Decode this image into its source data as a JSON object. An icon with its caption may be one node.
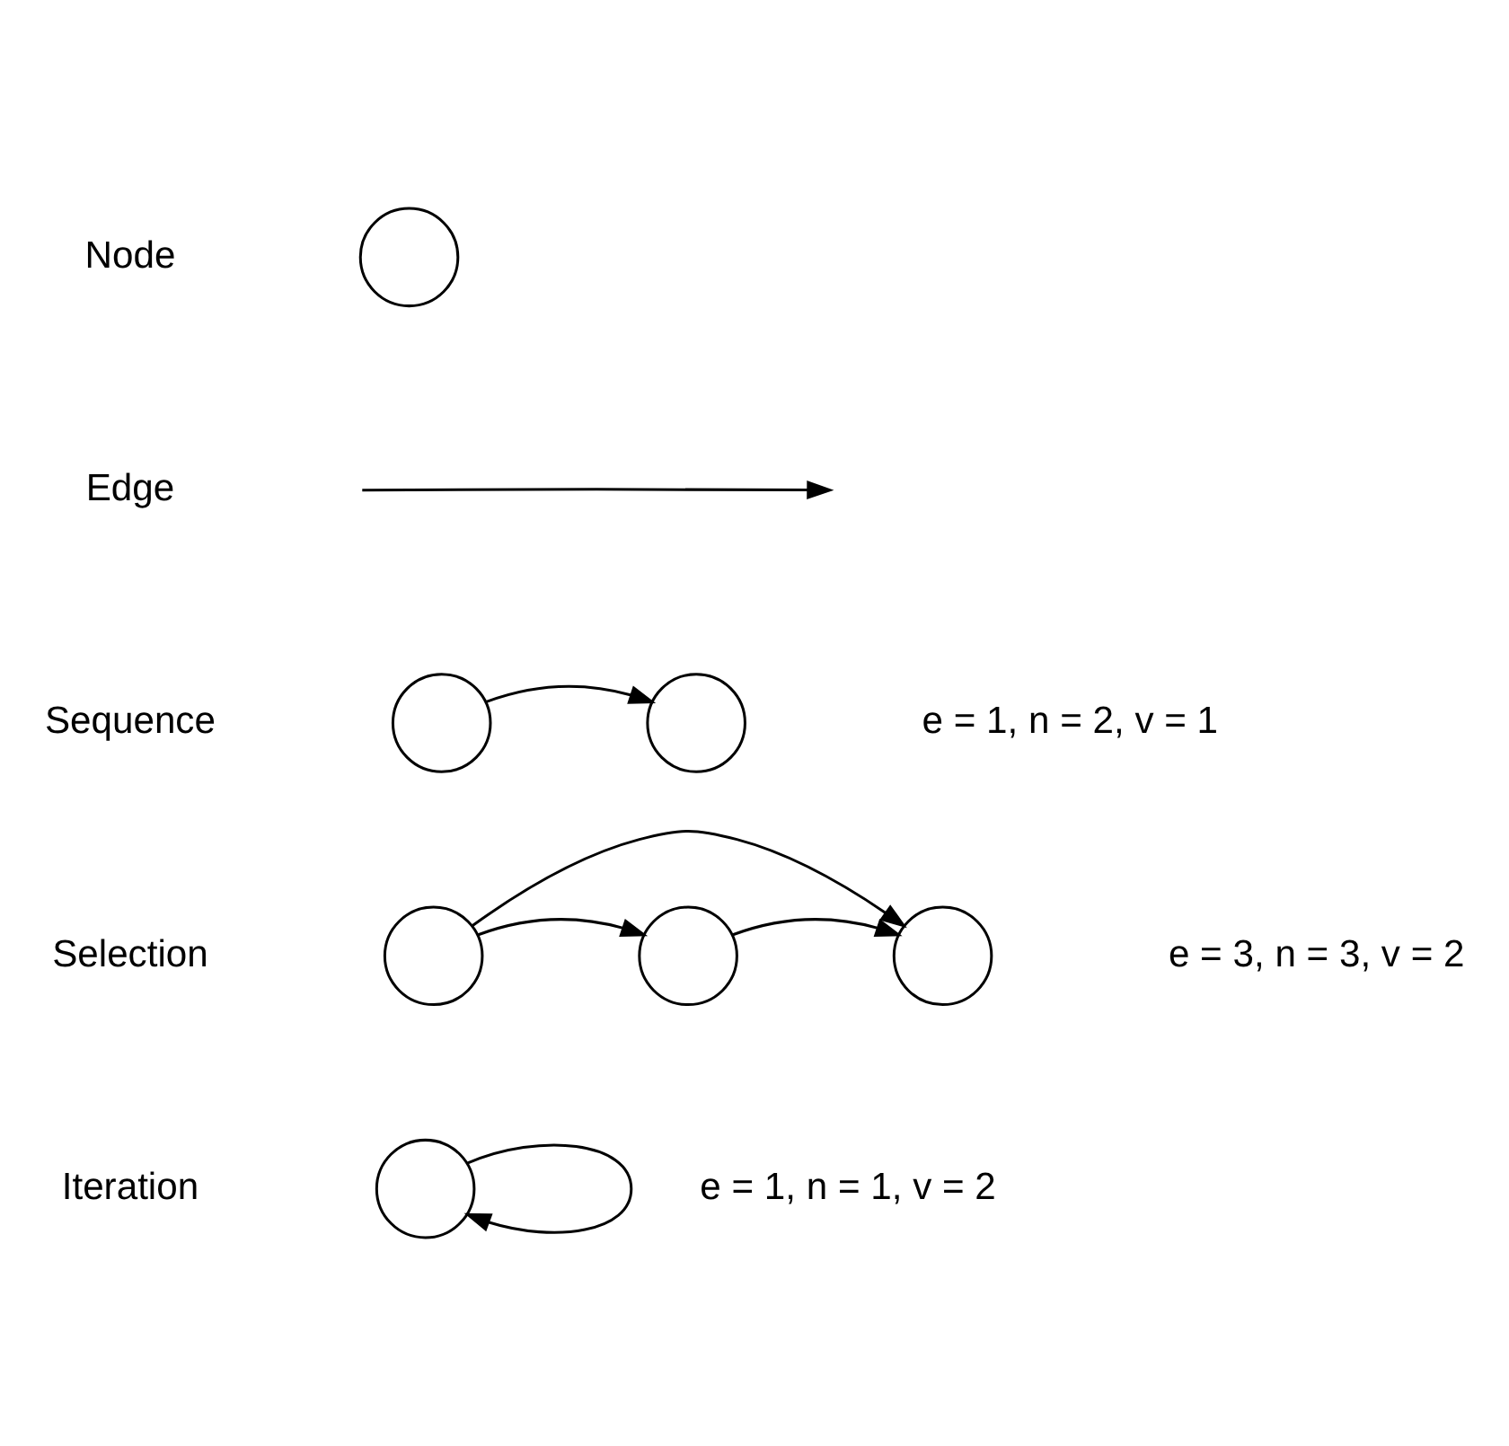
{
  "diagram": {
    "nodes": [
      {
        "text": [],
        "shape": "circle"
      },
      {
        "text": [],
        "shape": "circle"
      },
      {
        "text": [],
        "shape": "circle"
      },
      {
        "text": [],
        "shape": "circle"
      },
      {
        "text": [],
        "shape": "circle"
      },
      {
        "text": [],
        "shape": "circle"
      },
      {
        "text": [],
        "shape": "circle"
      }
    ],
    "edges": [
      {
        "from": 1,
        "to": 2,
        "arrow": "to"
      },
      {
        "from": 3,
        "to": 4,
        "arrow": "to"
      },
      {
        "from": 4,
        "to": 5,
        "arrow": "to"
      },
      {
        "from": 3,
        "to": 5,
        "arrow": "to"
      },
      {
        "from": 6,
        "to": 6,
        "arrow": "to"
      }
    ],
    "labels": [
      "Node",
      "Sequence",
      "e = 1, n = 2, v = 1",
      "Selection",
      "e = 3, n = 3, v = 2",
      "Iteration",
      "e = 1, n = 1, v = 2"
    ],
    "legend": [
      {
        "text": "Edge"
      }
    ]
  }
}
